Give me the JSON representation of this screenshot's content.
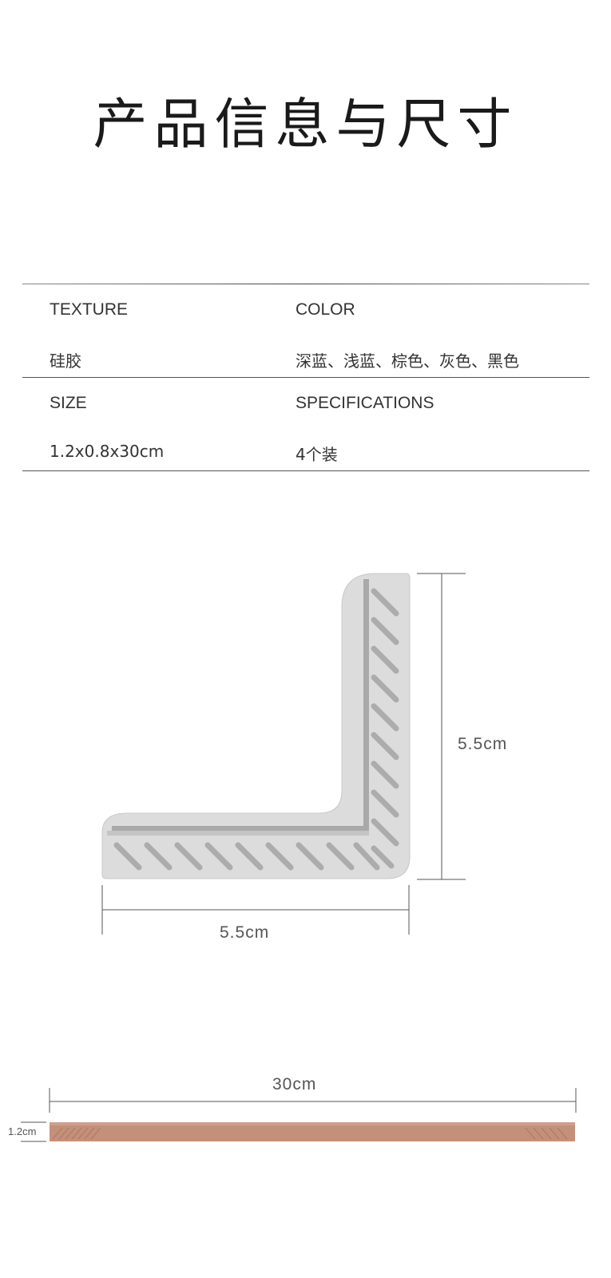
{
  "title": "产品信息与尺寸",
  "specs": {
    "texture_label": "TEXTURE",
    "texture_value": "硅胶",
    "color_label": "COLOR",
    "color_value": "深蓝、浅蓝、棕色、灰色、黑色",
    "size_label": "SIZE",
    "size_value": "1.2x0.8x30cm",
    "spec_label": "SPECIFICATIONS",
    "spec_value": "4个装"
  },
  "corner_guard": {
    "width_label": "5.5cm",
    "height_label": "5.5cm",
    "color": "#dcdcdc"
  },
  "edge_strip": {
    "length_label": "30cm",
    "height_label": "1.2cm",
    "color": "#c4907a"
  }
}
